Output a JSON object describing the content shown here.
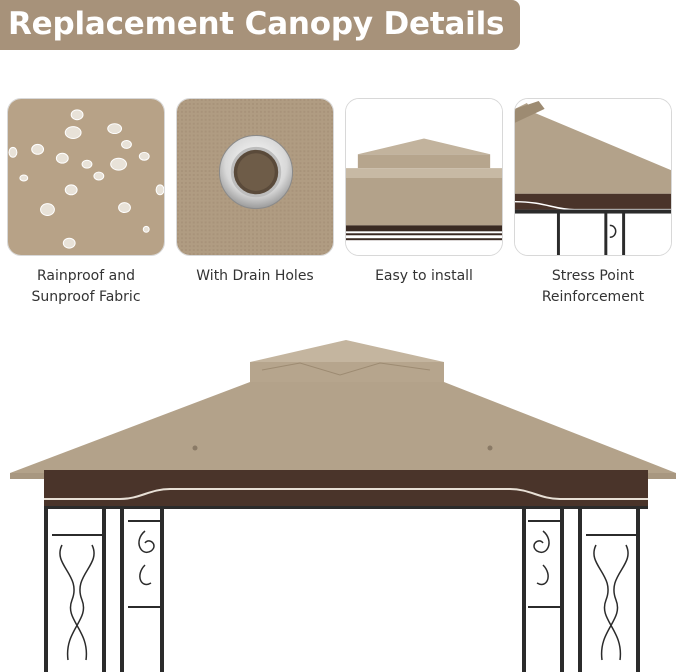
{
  "banner": {
    "title": "Replacement Canopy Details"
  },
  "features": [
    {
      "icon": "water-droplets-icon",
      "line1": "Rainproof and",
      "line2": "Sunproof Fabric"
    },
    {
      "icon": "drain-hole-icon",
      "line1": "With Drain Holes",
      "line2": ""
    },
    {
      "icon": "canopy-top-icon",
      "line1": "Easy to install",
      "line2": ""
    },
    {
      "icon": "corner-frame-icon",
      "line1": "Stress Point",
      "line2": "Reinforcement"
    }
  ],
  "colors": {
    "banner": "#a7927a",
    "canopy": "#b3a28a",
    "canopy_dark": "#9d8b72",
    "valance": "#4a342a",
    "frame": "#2b2b2b"
  }
}
